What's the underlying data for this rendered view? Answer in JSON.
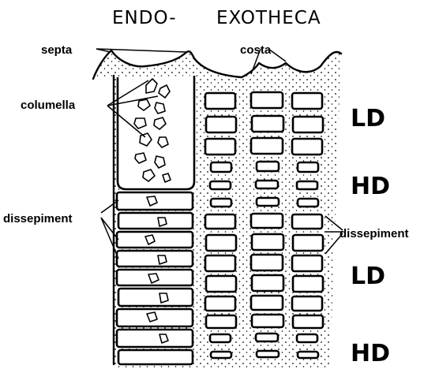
{
  "labels": {
    "endo": "ENDO-",
    "exotheca": "EXOTHECA",
    "septa": "septa",
    "costa": "costa",
    "columella": "columella",
    "dissepiment_left": "dissepiment",
    "dissepiment_right": "dissepiment",
    "ld_upper": "LD",
    "hd_upper": "HD",
    "ld_lower": "LD",
    "hd_lower": "HD"
  },
  "colors": {
    "ink": "#000000",
    "paper": "#ffffff"
  }
}
